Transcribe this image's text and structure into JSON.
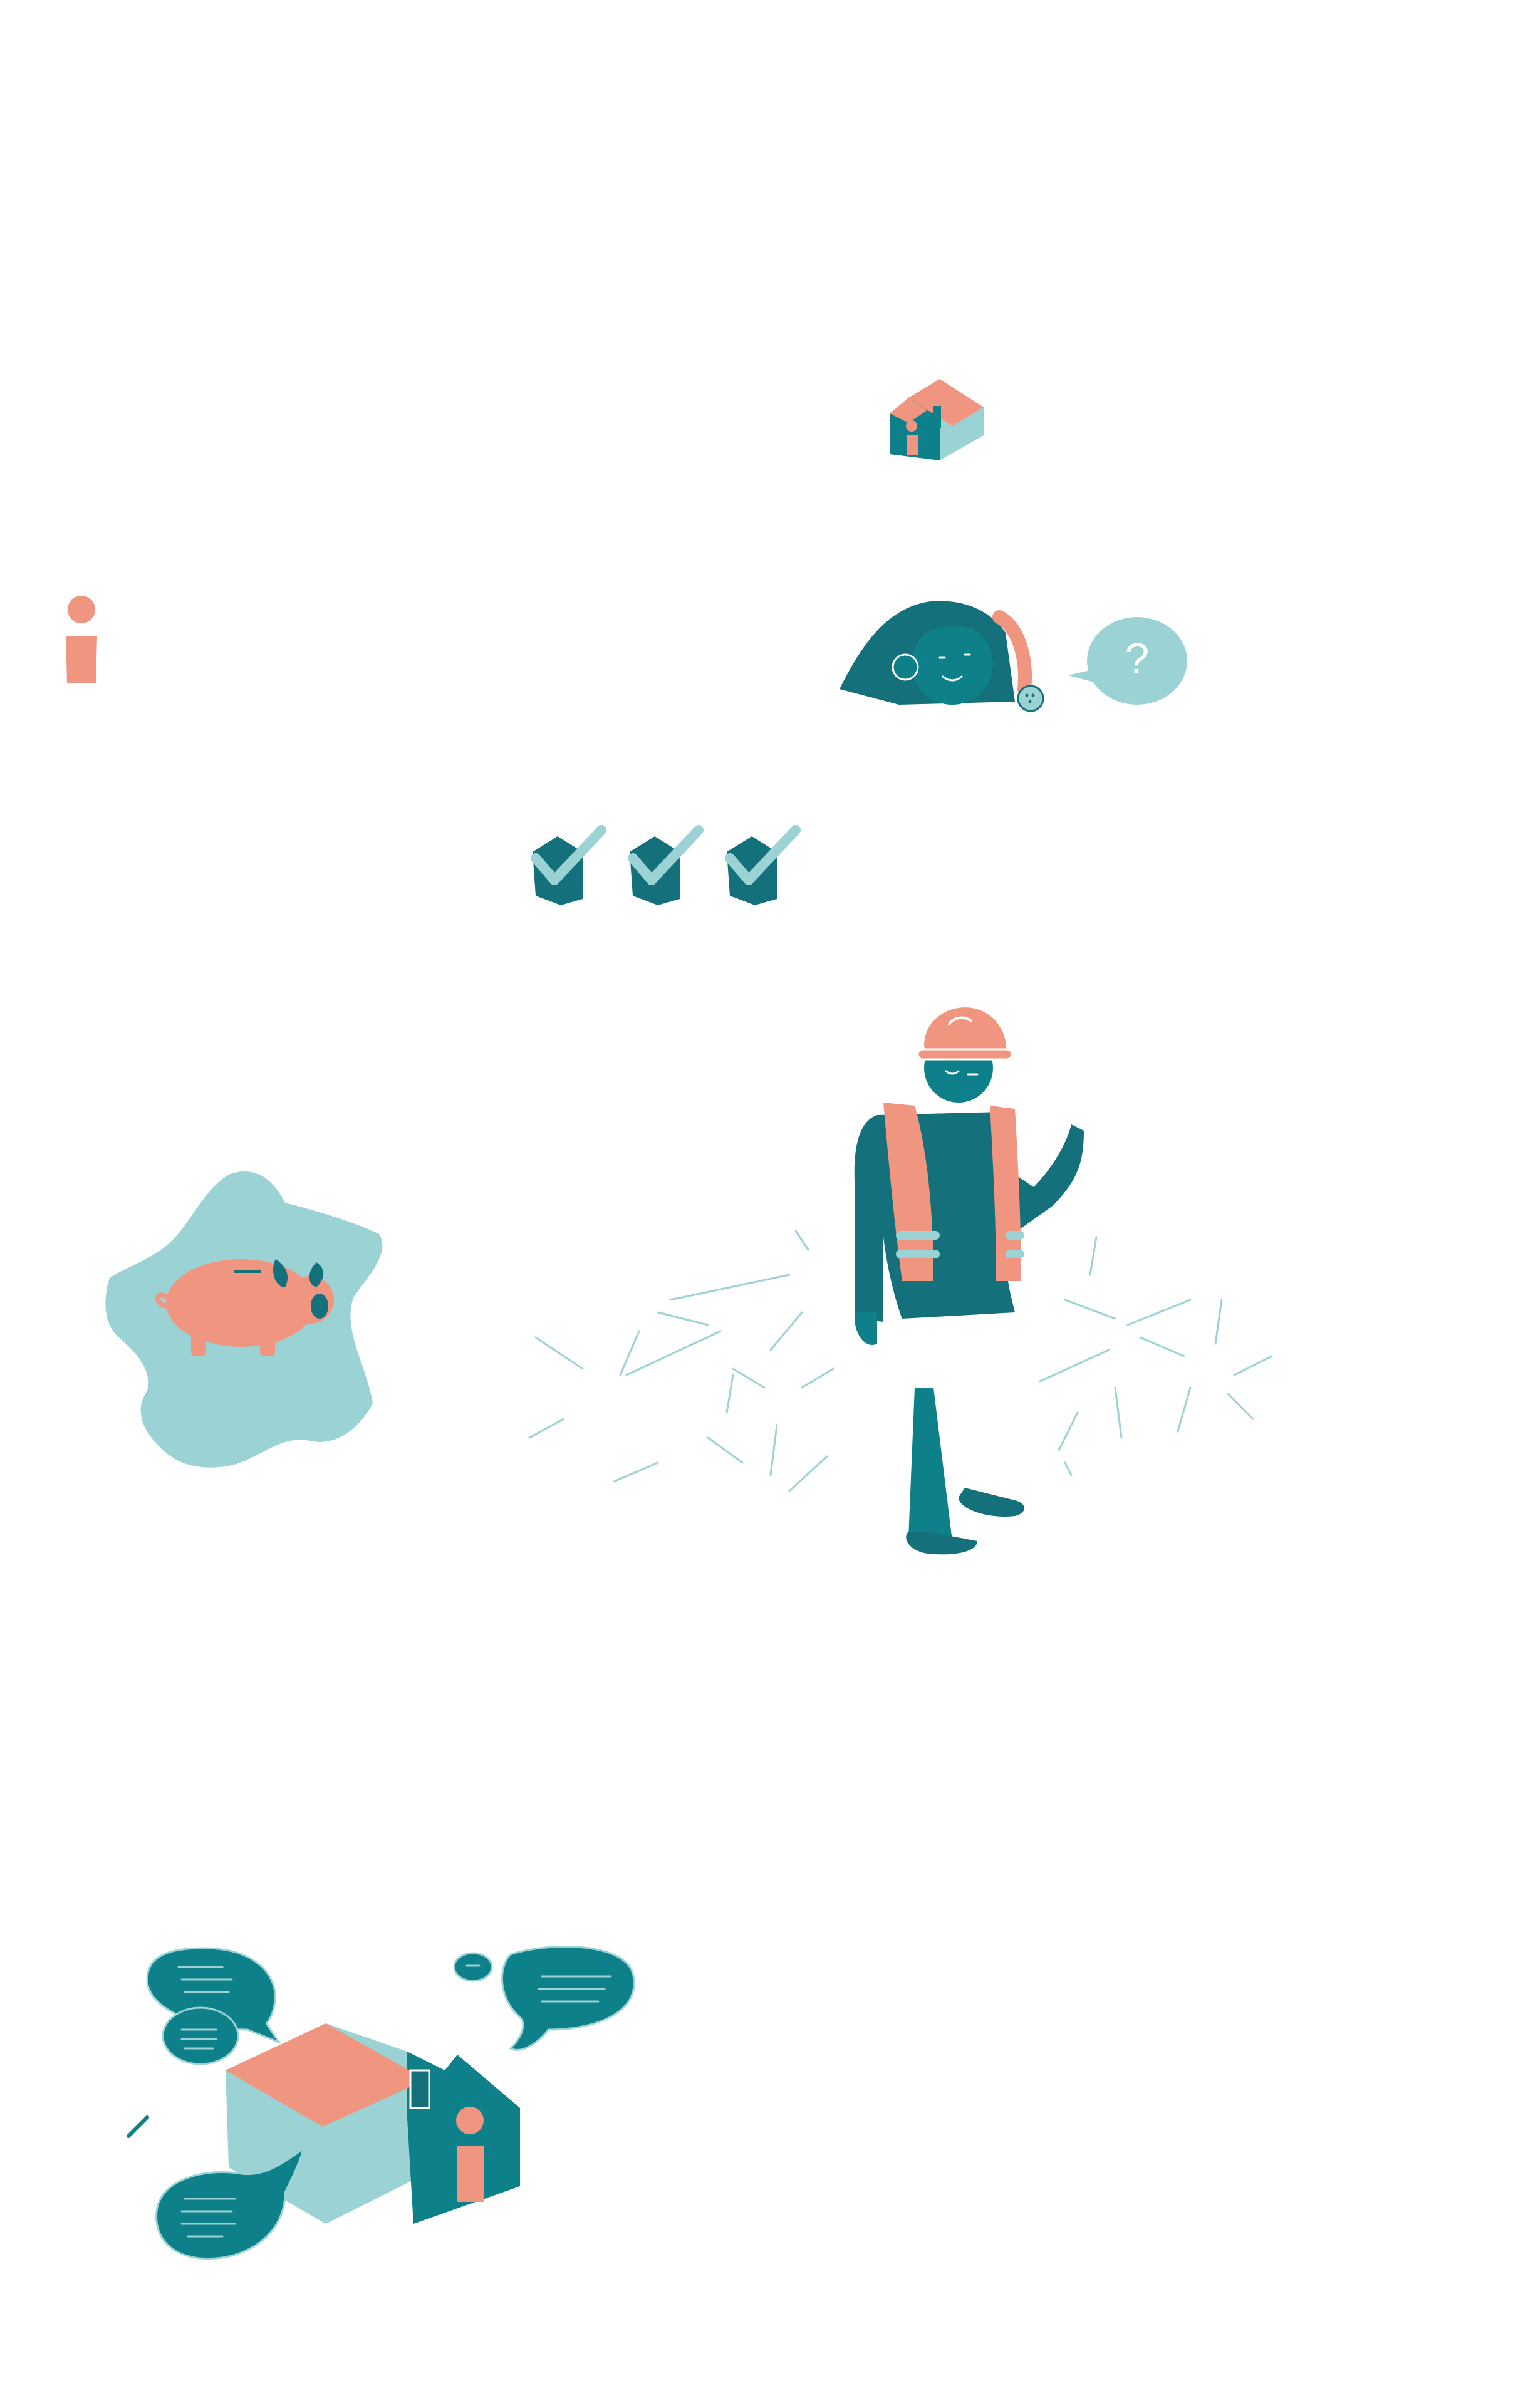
{
  "colors": {
    "teal_dark": "#14707a",
    "teal": "#0e8089",
    "teal_light": "#9bd3d5",
    "salmon": "#ef9580",
    "white": "#ffffff"
  },
  "illustrations": {
    "house_small": {
      "icon": "house-icon"
    },
    "info": {
      "icon": "info-icon"
    },
    "girl_phone": {
      "icon": "girl-on-phone-illustration",
      "bubble_text": "?"
    },
    "checks": {
      "icon": "house-check-icon",
      "count": 3
    },
    "france_piggy": {
      "icon": "france-map-piggy-bank-illustration"
    },
    "worker": {
      "icon": "construction-worker-illustration"
    },
    "house_bubbles": {
      "icon": "house-speech-bubbles-illustration"
    }
  }
}
